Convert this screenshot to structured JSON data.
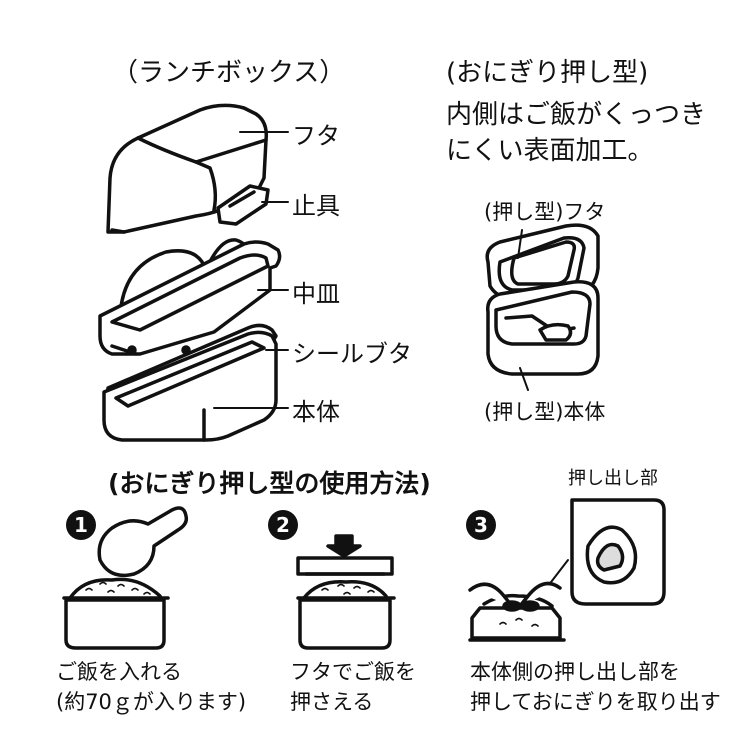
{
  "lunchbox": {
    "heading": "（ランチボックス）",
    "parts": [
      "フタ",
      "止具",
      "中皿",
      "シールブタ",
      "本体"
    ]
  },
  "mold": {
    "heading": "(おにぎり押し型)",
    "note_line1": "内側はご飯がくっつき",
    "note_line2": "にくい表面加工。",
    "lid_label": "(押し型)フタ",
    "body_label": "(押し型)本体"
  },
  "usage": {
    "heading": "(おにぎり押し型の使用方法)",
    "steps": [
      {
        "num": "1",
        "line1": "ご飯を入れる",
        "line2": "(約70ｇが入ります)"
      },
      {
        "num": "2",
        "line1": "フタでご飯を",
        "line2": "押さえる"
      },
      {
        "num": "3",
        "line1": "本体側の押し出し部を",
        "line2": "押しておにぎりを取り出す"
      }
    ],
    "callout": "押し出し部"
  }
}
